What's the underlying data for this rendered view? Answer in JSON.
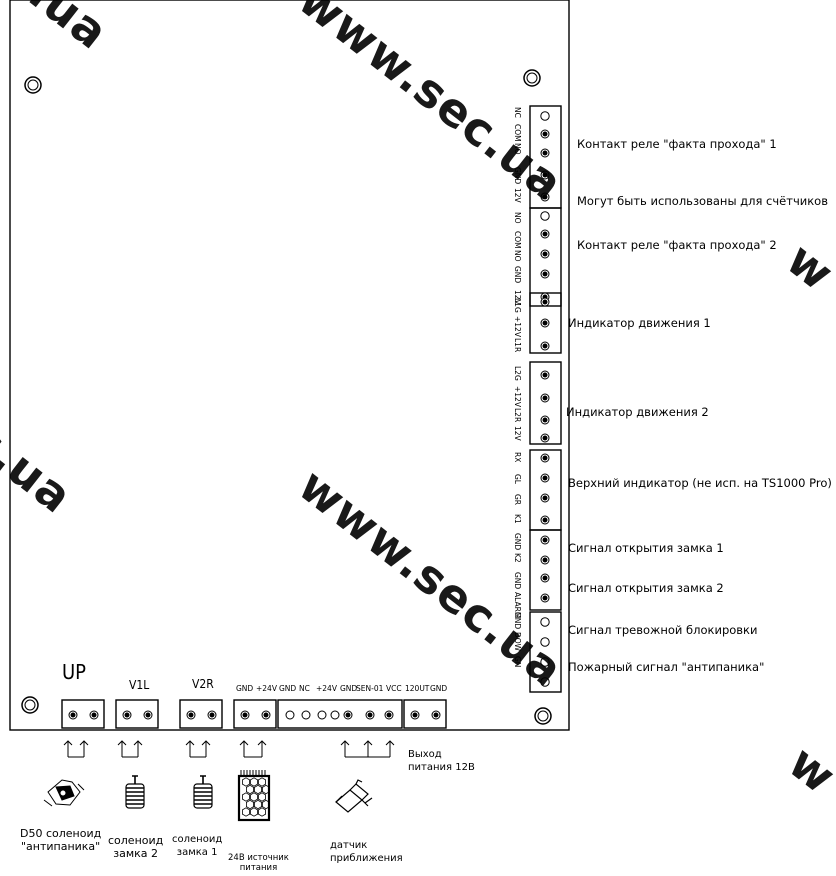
{
  "right_labels": [
    {
      "id": "relay1",
      "text": "Контакт реле \"факта прохода\" 1"
    },
    {
      "id": "counters",
      "text": "Могут быть использованы для счётчиков"
    },
    {
      "id": "relay2",
      "text": "Контакт реле \"факта прохода\" 2"
    },
    {
      "id": "motion1",
      "text": "Индикатор движения 1"
    },
    {
      "id": "motion2",
      "text": "Индикатор движения 2"
    },
    {
      "id": "top",
      "text": "Верхний индикатор (не исп. на TS1000 Pro)"
    },
    {
      "id": "lock1",
      "text": "Сигнал открытия замка 1"
    },
    {
      "id": "lock2",
      "text": "Сигнал открытия замка 2"
    },
    {
      "id": "alarm",
      "text": "Сигнал тревожной блокировки"
    },
    {
      "id": "fire",
      "text": "Пожарный сигнал \"антипаника\""
    }
  ],
  "right_pins": [
    "NC",
    "COM",
    "NO",
    "GND",
    "12V",
    "NO",
    "COM",
    "NO",
    "GND",
    "12V",
    "L1G",
    "+12V",
    "L1R",
    "L2G",
    "+12V",
    "L2R",
    "12V",
    "RX",
    "GL",
    "GR",
    "K1",
    "GND",
    "K2",
    "GND",
    "ALARM",
    "GND",
    "DOW",
    "GN"
  ],
  "bottom_headers": {
    "up": "UP",
    "v1l": "V1L",
    "v2r": "V2R"
  },
  "bottom_pins": [
    "GND",
    "+24V",
    "GND",
    "NC",
    "+24V",
    "GND",
    "SEN-01",
    "VCC",
    "120UT",
    "GND"
  ],
  "captions": {
    "d50": "D50 соленоид\n\"антипаника\"",
    "sol2": "соленоид\nзамка 2",
    "sol1": "соленоид\nзамка 1",
    "psu": "24В источник\nпитания",
    "prox": "датчик\nприближения",
    "out12": "Выход\nпитания 12В"
  },
  "watermark": "www.sec.ua",
  "watermark_fragments": [
    "c.ua",
    "w"
  ]
}
